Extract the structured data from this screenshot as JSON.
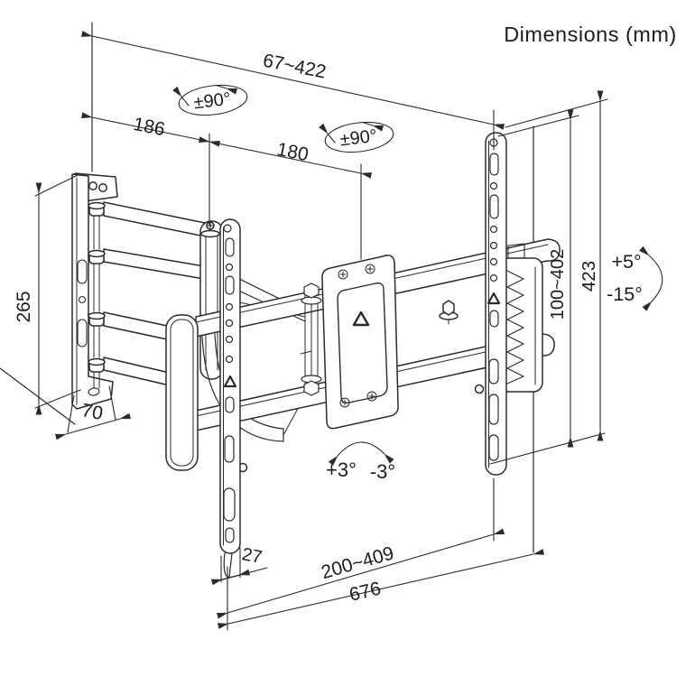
{
  "title": "Dimensions (mm)",
  "labels": {
    "extension_depth": "67~422",
    "arm_rear_segment": "186",
    "arm_front_segment": "180",
    "wall_plate_height": "265",
    "wall_plate_depth": "70",
    "vesa_height_range": "100~402",
    "bracket_total_height": "423",
    "rail_edge_offset": "27",
    "vesa_width_range": "200~409",
    "bracket_total_width": "676"
  },
  "angles": {
    "swivel_rear": "±90°",
    "swivel_front": "±90°",
    "tilt_up": "+5°",
    "tilt_down": "-15°",
    "level_left": "+3°",
    "level_right": "-3°"
  },
  "icons": {
    "brand_logo": "triangle-icon"
  },
  "colors": {
    "line": "#2b2b2b",
    "text": "#1d1d1d",
    "background": "#ffffff"
  }
}
